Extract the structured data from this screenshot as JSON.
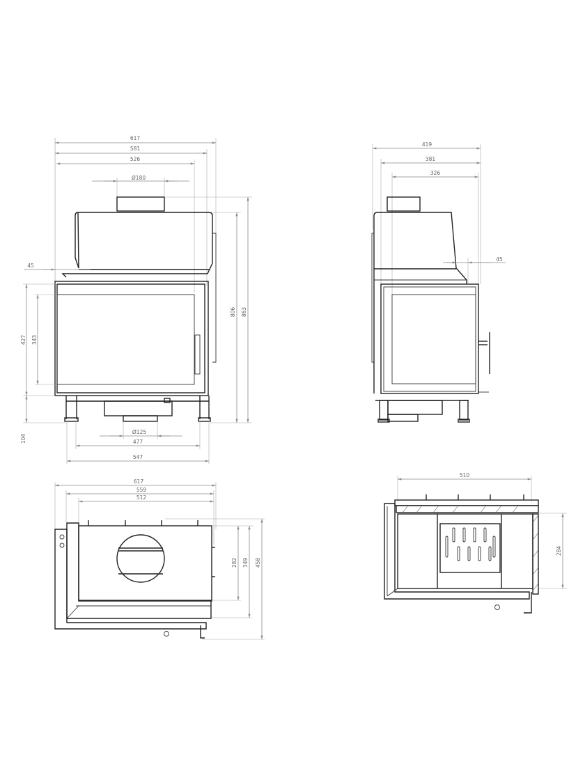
{
  "front_view": {
    "width_617": "617",
    "width_581": "581",
    "width_526": "526",
    "flue_top": "Ø180",
    "offset_45": "45",
    "height_806": "806",
    "height_863": "863",
    "height_427": "427",
    "height_343": "343",
    "height_104": "104",
    "flue_bottom": "Ø125",
    "width_477": "477",
    "width_547": "547"
  },
  "side_view": {
    "width_419": "419",
    "width_381": "381",
    "width_326": "326",
    "offset_45": "45"
  },
  "top_view_left": {
    "width_617": "617",
    "width_559": "559",
    "width_512": "512",
    "depth_282": "282",
    "depth_349": "349",
    "depth_458": "458"
  },
  "top_view_right": {
    "width_510": "510",
    "depth_284": "284"
  }
}
